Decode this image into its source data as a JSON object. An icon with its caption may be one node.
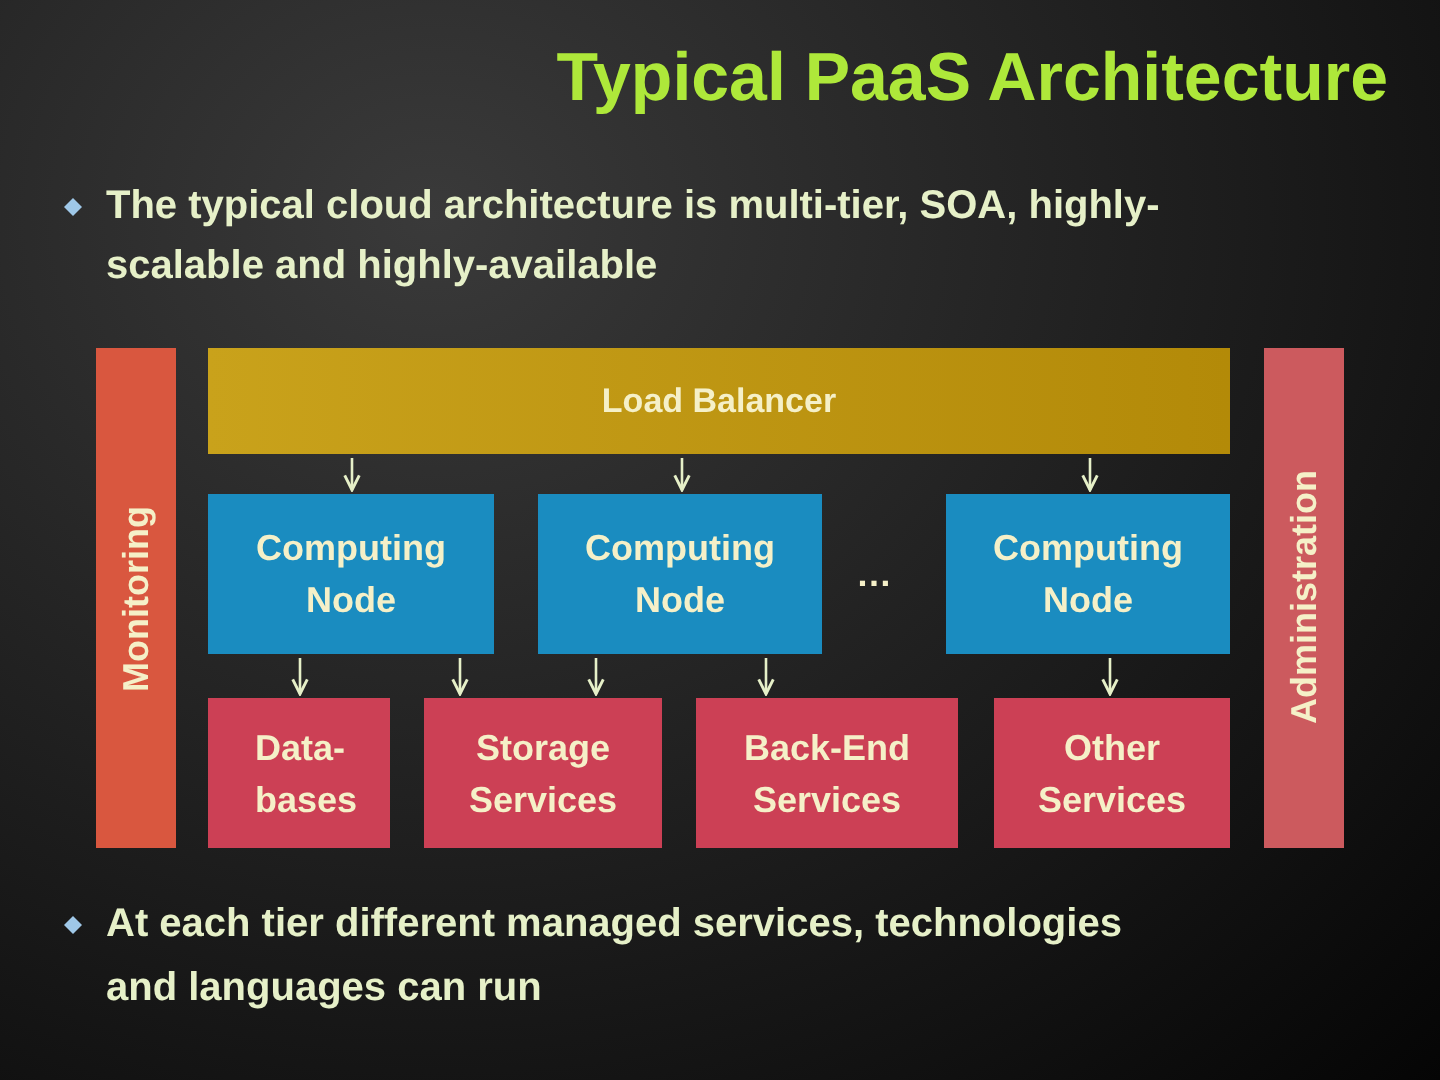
{
  "diagram": {
    "title": "Typical PaaS Architecture",
    "nodes": [
      {
        "text": [
          "Monitoring"
        ]
      },
      {
        "text": [
          "Load Balancer"
        ]
      },
      {
        "text": [
          "Computing Node"
        ]
      },
      {
        "text": [
          "Computing Node"
        ]
      },
      {
        "text": [
          "Computing Node"
        ]
      },
      {
        "text": [
          "Data- bases"
        ]
      },
      {
        "text": [
          "Storage Services"
        ]
      },
      {
        "text": [
          "Back-End Services"
        ]
      },
      {
        "text": [
          "Other Services"
        ]
      },
      {
        "text": [
          "Administration"
        ]
      }
    ],
    "edges": [
      {
        "from": 1,
        "to": 2,
        "arrow": "to"
      },
      {
        "from": 1,
        "to": 3,
        "arrow": "to"
      },
      {
        "from": 1,
        "to": 4,
        "arrow": "to"
      },
      {
        "from": 2,
        "to": 5,
        "arrow": "to"
      },
      {
        "from": 2,
        "to": 6,
        "arrow": "to"
      },
      {
        "from": 3,
        "to": 6,
        "arrow": "to"
      },
      {
        "from": 3,
        "to": 7,
        "arrow": "to"
      },
      {
        "from": 4,
        "to": 8,
        "arrow": "to"
      }
    ],
    "labels": [
      "The typical cloud architecture is multi-tier, SOA, highly-scalable and highly-available",
      "…",
      "At each tier different managed services, technologies and languages can run"
    ]
  }
}
